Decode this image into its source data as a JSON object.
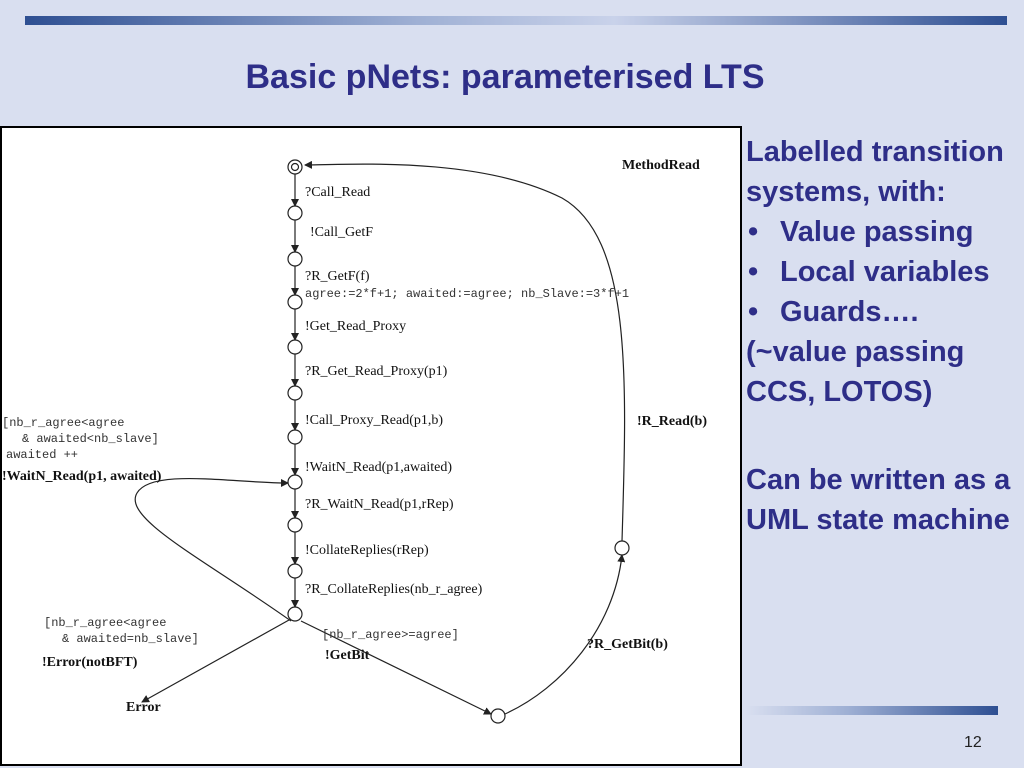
{
  "slide": {
    "title": "Basic pNets: parameterised LTS",
    "page_number": "12"
  },
  "side": {
    "intro": "Labelled transition systems, with:",
    "bullets": [
      "Value passing",
      "Local variables",
      "Guards…."
    ],
    "note": "(~value passing CCS, LOTOS)",
    "uml": "Can be written as a UML state machine"
  },
  "lts": {
    "name": "MethodRead",
    "labels": {
      "call_read": "?Call_Read",
      "call_getf": "!Call_GetF",
      "r_getf": "?R_GetF(f)",
      "r_getf_assign": "agree:=2*f+1; awaited:=agree; nb_Slave:=3*f+1",
      "get_read_proxy": "!Get_Read_Proxy",
      "r_get_read_proxy": "?R_Get_Read_Proxy(p1)",
      "call_proxy_read": "!Call_Proxy_Read(p1,b)",
      "waitn_read": "!WaitN_Read(p1,awaited)",
      "r_waitn_read": "?R_WaitN_Read(p1,rRep)",
      "collate_replies": "!CollateReplies(rRep)",
      "r_collate_replies": "?R_CollateReplies(nb_r_agree)",
      "loop_guard_1": "[nb_r_agree<agree",
      "loop_guard_2": "& awaited<nb_slave]",
      "loop_update": "awaited ++",
      "loop_action": "!WaitN_Read(p1, awaited)",
      "error_guard_1": "[nb_r_agree<agree",
      "error_guard_2": "& awaited=nb_slave]",
      "error_action": "!Error(notBFT)",
      "error_state": "Error",
      "getbit_guard": "[nb_r_agree>=agree]",
      "getbit_action": "!GetBit",
      "r_getbit": "?R_GetBit(b)",
      "r_read": "!R_Read(b)"
    }
  }
}
